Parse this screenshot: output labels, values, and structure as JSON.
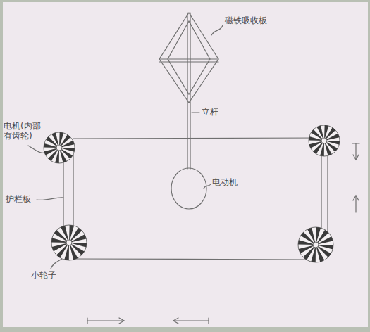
{
  "diagram": {
    "labels": [
      "磁铁吸收板",
      "立杆",
      "电动机",
      "电机(内部有齿轮)",
      "护栏板",
      "小轮子"
    ]
  }
}
